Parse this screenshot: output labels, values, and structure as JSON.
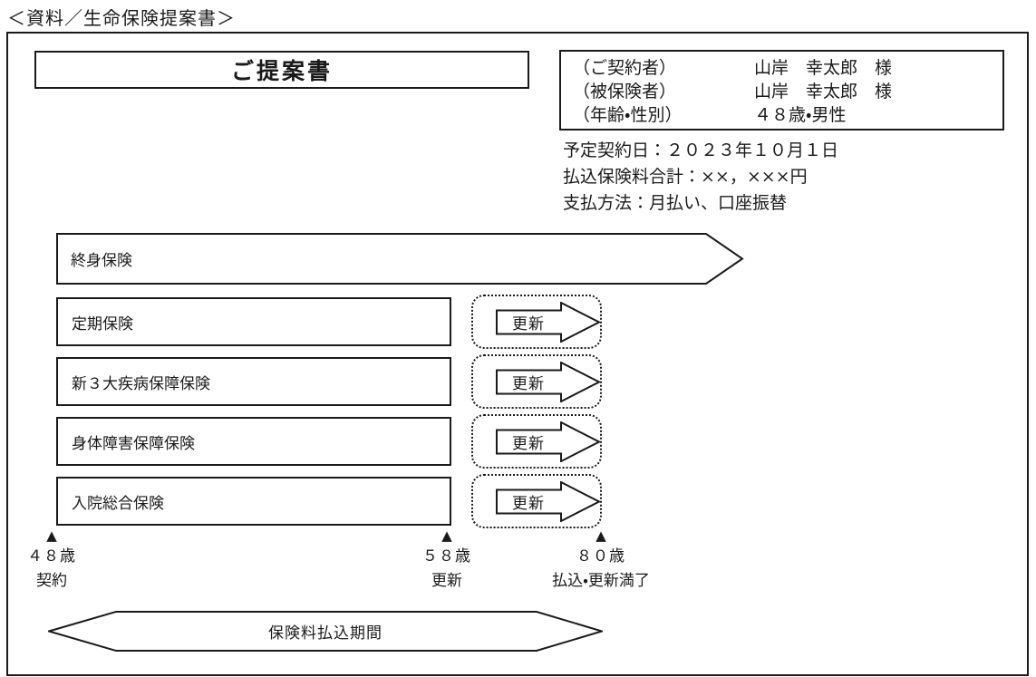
{
  "page": {
    "heading": "＜資料／生命保険提案書＞"
  },
  "proposal": {
    "title": "ご提案書"
  },
  "holder_box": {
    "rows": [
      {
        "label": "（ご契約者）",
        "value": "山岸　幸太郎　様"
      },
      {
        "label": "（被保険者）",
        "value": "山岸　幸太郎　様"
      },
      {
        "label": "（年齢・性別）",
        "value": "４８歳・男性"
      }
    ]
  },
  "contract_details": {
    "lines": [
      "予定契約日：２０２３年１０月１日",
      "払込保険料合計：××，×××円",
      "支払方法：月払い、口座振替"
    ]
  },
  "plans": [
    {
      "name": "終身保険",
      "shape": "pointed-bar",
      "renewal": false
    },
    {
      "name": "定期保険",
      "shape": "box",
      "renewal": true
    },
    {
      "name": "新３大疾病保障保険",
      "shape": "box",
      "renewal": true
    },
    {
      "name": "身体障害保障保険",
      "shape": "box",
      "renewal": true
    },
    {
      "name": "入院総合保険",
      "shape": "box",
      "renewal": true
    }
  ],
  "renewal_label": "更新",
  "timeline": {
    "markers": [
      {
        "symbol": "▲",
        "age": "４８歳",
        "event": "契約"
      },
      {
        "symbol": "▲",
        "age": "５８歳",
        "event": "更新"
      },
      {
        "symbol": "▲",
        "age": "８０歳",
        "event": "払込・更新満了"
      }
    ],
    "payment_period_label": "保険料払込期間"
  },
  "colors": {
    "ink": "#1a1a1a",
    "background": "#ffffff"
  }
}
